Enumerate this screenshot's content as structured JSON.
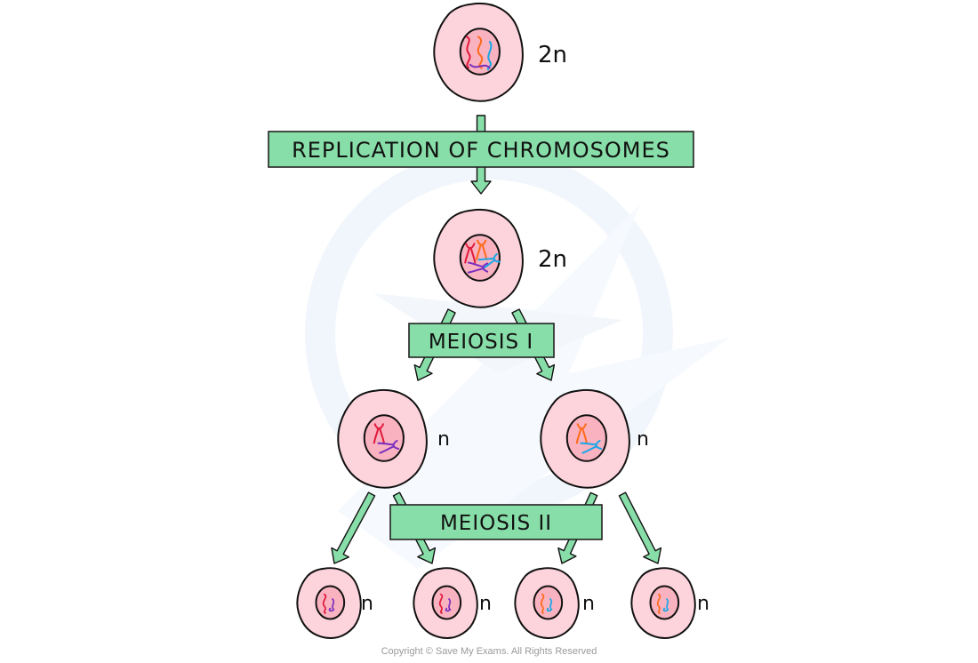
{
  "diagram": {
    "title": "Meiosis overview",
    "colors": {
      "box_fill": "#88dea8",
      "box_stroke": "#222222",
      "cell_fill": "#fdd3dc",
      "nucleus_fill": "#f9b2bf",
      "outline": "#111111",
      "chromosome_red": "#e0193a",
      "chromosome_orange": "#ff6a1a",
      "chromosome_blue": "#1aa7e8",
      "chromosome_purple": "#7b2fbf",
      "watermark": "#eef4fb"
    },
    "steps": [
      {
        "id": "replication",
        "label": "REPLICATION OF CHROMOSOMES"
      },
      {
        "id": "meiosis1",
        "label": "MEIOSIS I"
      },
      {
        "id": "meiosis2",
        "label": "MEIOSIS II"
      }
    ],
    "cells": [
      {
        "id": "parent",
        "stage": "start",
        "ploidy": "2n",
        "chromosomes": [
          "red",
          "orange",
          "blue",
          "purple"
        ],
        "form": "single"
      },
      {
        "id": "replicated",
        "stage": "after-replication",
        "ploidy": "2n",
        "chromosomes": [
          "red",
          "orange",
          "blue",
          "purple"
        ],
        "form": "replicated"
      },
      {
        "id": "m1-left",
        "stage": "after-meiosis-1",
        "ploidy": "n",
        "chromosomes": [
          "red",
          "purple"
        ],
        "form": "replicated"
      },
      {
        "id": "m1-right",
        "stage": "after-meiosis-1",
        "ploidy": "n",
        "chromosomes": [
          "orange",
          "blue"
        ],
        "form": "replicated"
      },
      {
        "id": "gamete-1",
        "stage": "after-meiosis-2",
        "ploidy": "n",
        "chromosomes": [
          "red",
          "purple"
        ],
        "form": "single"
      },
      {
        "id": "gamete-2",
        "stage": "after-meiosis-2",
        "ploidy": "n",
        "chromosomes": [
          "red",
          "purple"
        ],
        "form": "single"
      },
      {
        "id": "gamete-3",
        "stage": "after-meiosis-2",
        "ploidy": "n",
        "chromosomes": [
          "orange",
          "blue"
        ],
        "form": "single"
      },
      {
        "id": "gamete-4",
        "stage": "after-meiosis-2",
        "ploidy": "n",
        "chromosomes": [
          "orange",
          "blue"
        ],
        "form": "single"
      }
    ]
  },
  "footer": {
    "copyright": "Copyright © Save My Exams. All Rights Reserved"
  }
}
